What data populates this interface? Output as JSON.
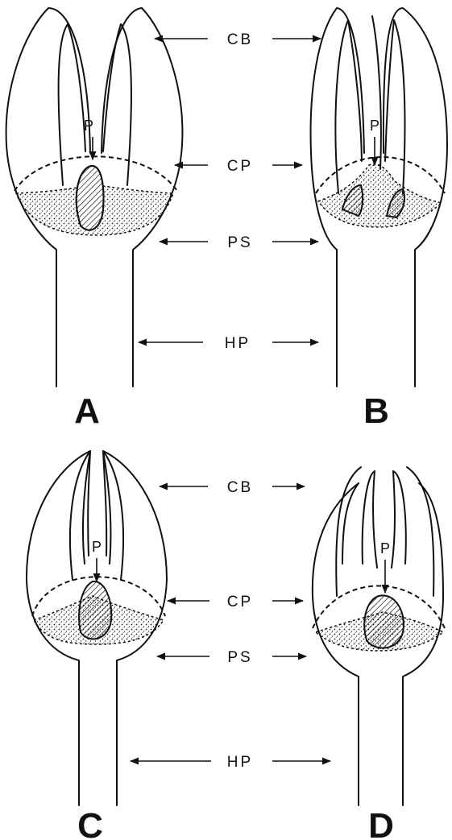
{
  "labels": {
    "cb": "CB",
    "cp": "CP",
    "ps": "PS",
    "hp": "HP",
    "p": "P"
  },
  "panels": {
    "a": "A",
    "b": "B",
    "c": "C",
    "d": "D"
  }
}
